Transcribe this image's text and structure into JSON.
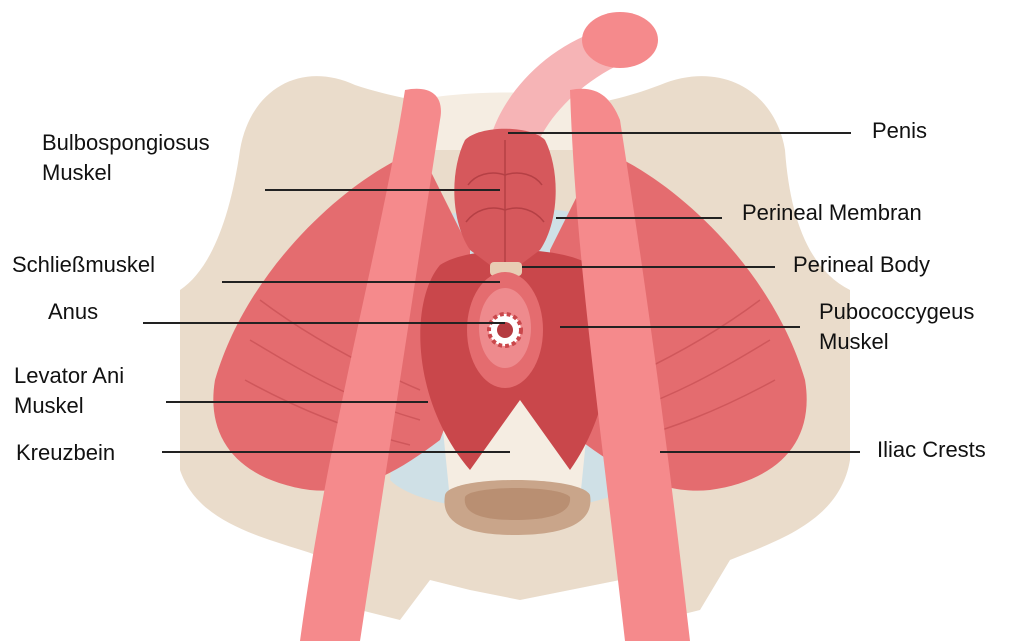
{
  "labels": {
    "bulbospongiosus": [
      "Bulbospongiosus",
      "Muskel"
    ],
    "schliessmuskel": [
      "Schließmuskel"
    ],
    "anus": [
      "Anus"
    ],
    "levator_ani": [
      "Levator Ani",
      "Muskel"
    ],
    "kreuzbein": [
      "Kreuzbein"
    ],
    "penis": [
      "Penis"
    ],
    "perineal_membran": [
      "Perineal Membran"
    ],
    "perineal_body": [
      "Perineal Body"
    ],
    "pubococcygeus": [
      "Pubococcygeus",
      "Muskel"
    ],
    "iliac_crests": [
      "Iliac Crests"
    ]
  },
  "colors": {
    "bone": "#eadccb",
    "bone_light": "#f5ede2",
    "muscle": "#e46c6f",
    "muscle_dark": "#c9474b",
    "strap": "#f58a8c",
    "penis": "#f6b4b6",
    "membrane": "#cfe0e6",
    "sacrum_tip": "#c9a58a"
  }
}
